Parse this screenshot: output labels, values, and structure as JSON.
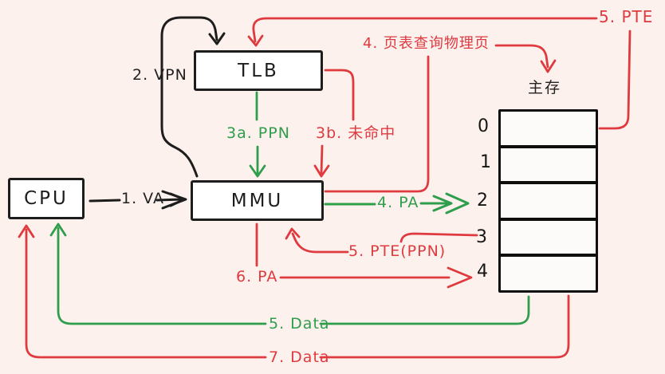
{
  "diagram_title": "TLB / MMU address translation flow",
  "colors": {
    "background": "#fcf1ec",
    "black": "#1d1d1d",
    "red": "#df3a40",
    "green": "#2f9e4c",
    "box_fill": "#ffffff"
  },
  "nodes": {
    "cpu": "CPU",
    "tlb": "TLB",
    "mmu": "MMU",
    "memory_title": "主存",
    "memory_rows": [
      "0",
      "1",
      "2",
      "3",
      "4"
    ]
  },
  "labels": {
    "va": "1. VA",
    "vpn": "2. VPN",
    "ppn": "3a. PPN",
    "miss": "3b. 未命中",
    "page_lookup": "4. 页表查询物理页",
    "pa_hit": "4. PA",
    "pte": "5. PTE",
    "pte_ppn": "5. PTE(PPN)",
    "pa_miss": "6. PA",
    "data_hit": "5. Data",
    "data_miss": "7. Data"
  }
}
